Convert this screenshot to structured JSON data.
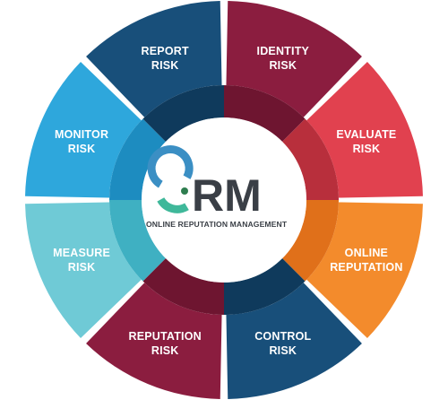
{
  "logo": {
    "letters": "RM",
    "subtitle": "ONLINE REPUTATION MANAGEMENT",
    "colors": {
      "c_top": "#3b8fc4",
      "c_bottom": "#3fb89a",
      "dot": "#2e7d4f",
      "text": "#3a3f46"
    }
  },
  "segments": [
    {
      "line1": "IDENTITY",
      "line2": "RISK",
      "color": "#8b1d3f",
      "inner_color": "#6e1530"
    },
    {
      "line1": "EVALUATE",
      "line2": "RISK",
      "color": "#e1414f",
      "inner_color": "#b82f3c"
    },
    {
      "line1": "ONLINE",
      "line2": "REPUTATION",
      "color": "#f38b2c",
      "inner_color": "#e0701a"
    },
    {
      "line1": "CONTROL",
      "line2": "RISK",
      "color": "#184f7a",
      "inner_color": "#0f3a5c"
    },
    {
      "line1": "REPUTATION",
      "line2": "RISK",
      "color": "#8b1d3f",
      "inner_color": "#6e1530"
    },
    {
      "line1": "MEASURE",
      "line2": "RISK",
      "color": "#6fcad6",
      "inner_color": "#3fb0c2"
    },
    {
      "line1": "MONITOR",
      "line2": "RISK",
      "color": "#2ea7dc",
      "inner_color": "#1d8cc0"
    },
    {
      "line1": "REPORT",
      "line2": "RISK",
      "color": "#184f7a",
      "inner_color": "#0f3a5c"
    }
  ]
}
